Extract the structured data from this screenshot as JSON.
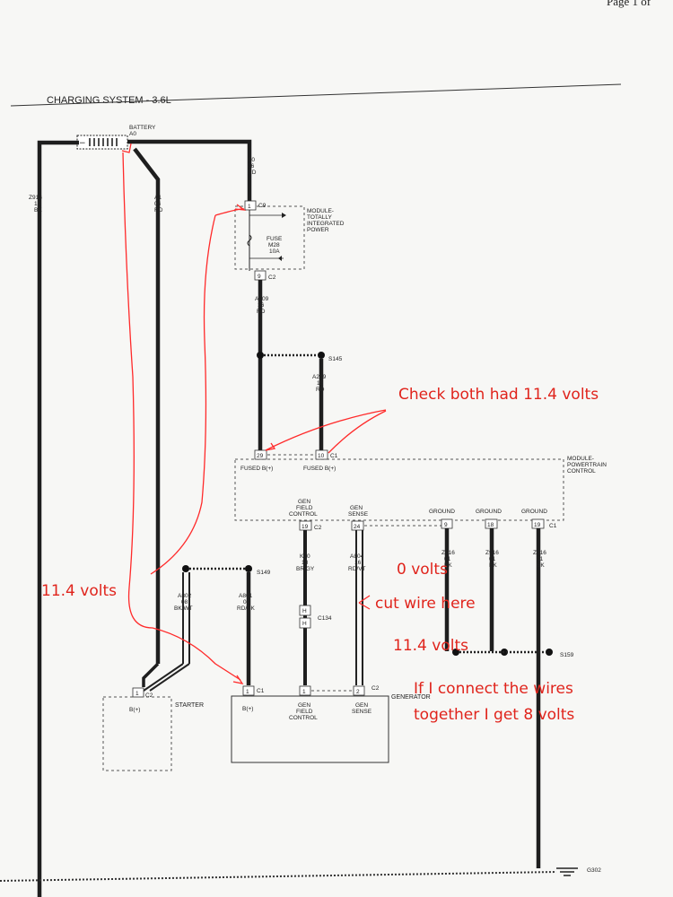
{
  "page_header": "Page 1 of",
  "title": "CHARGING SYSTEM - 3.6L",
  "battery": {
    "name": "BATTERY",
    "code": "A0"
  },
  "wires": {
    "a0": [
      "A0",
      "06",
      "RD"
    ],
    "a1": [
      "A1",
      "04",
      "RD"
    ],
    "z916_left": [
      "Z916",
      "19",
      "BK"
    ],
    "a209_top": [
      "A209",
      "16",
      "RD"
    ],
    "a209_branch": [
      "A209",
      "16",
      "RD"
    ],
    "a802": [
      "A802",
      "08",
      "BK/WT"
    ],
    "a801": [
      "A801",
      "04",
      "RD/BK"
    ],
    "k20": [
      "K20",
      "18",
      "BR/GY"
    ],
    "a804": [
      "A804",
      "16",
      "RD/VT"
    ],
    "z916_g1": [
      "Z916",
      "01",
      "BK"
    ],
    "z916_g2": [
      "Z916",
      "01",
      "BK"
    ],
    "z916_g3": [
      "Z916",
      "01",
      "BK"
    ]
  },
  "tip_module": {
    "name": [
      "MODULE-",
      "TOTALLY",
      "INTEGRATED",
      "POWER"
    ],
    "fuse": [
      "FUSE",
      "M28",
      "10A"
    ],
    "pin_top": "1",
    "conn_top": "C9",
    "pin_bottom": "9",
    "conn_bottom": "C2"
  },
  "splices": {
    "s145": "S145",
    "s149": "S149",
    "s159": "S159",
    "c134": "C134",
    "h": "H",
    "g302": "G302"
  },
  "pcm": {
    "name": [
      "MODULE-",
      "POWERTRAIN",
      "CONTROL"
    ],
    "fused_b1": "FUSED B(+)",
    "fused_b2": "FUSED B(+)",
    "pin29": "29",
    "pin10": "10",
    "c1": "C1",
    "gen_field": [
      "GEN",
      "FIELD",
      "CONTROL"
    ],
    "gen_sense": [
      "GEN",
      "SENSE"
    ],
    "pin19": "19",
    "c2": "C2",
    "pin24": "24",
    "ground": "GROUND",
    "pin9": "9",
    "pin18": "18",
    "pin19b": "19",
    "c1b": "C1"
  },
  "starter": {
    "name": "STARTER",
    "b": "B(+)",
    "pin": "1",
    "conn": "C2"
  },
  "generator": {
    "name": "GENERATOR",
    "b": "B(+)",
    "pin1": "1",
    "c1": "C1",
    "pin1b": "1",
    "pin2": "2",
    "c2": "C2",
    "field": [
      "GEN",
      "FIELD",
      "CONTROL"
    ],
    "sense": [
      "GEN",
      "SENSE"
    ]
  },
  "annotations": {
    "check": "Check both had 11.4 volts",
    "volts_left": "11.4 volts",
    "zero": "0 volts",
    "cut": "cut wire here",
    "volts_mid": "11.4 volts",
    "connect1": "If I connect the wires",
    "connect2": "together I get 8 volts"
  },
  "colors": {
    "annotation": "#e0241c",
    "wire": "#1e1e1e",
    "paper": "#f7f7f5"
  }
}
